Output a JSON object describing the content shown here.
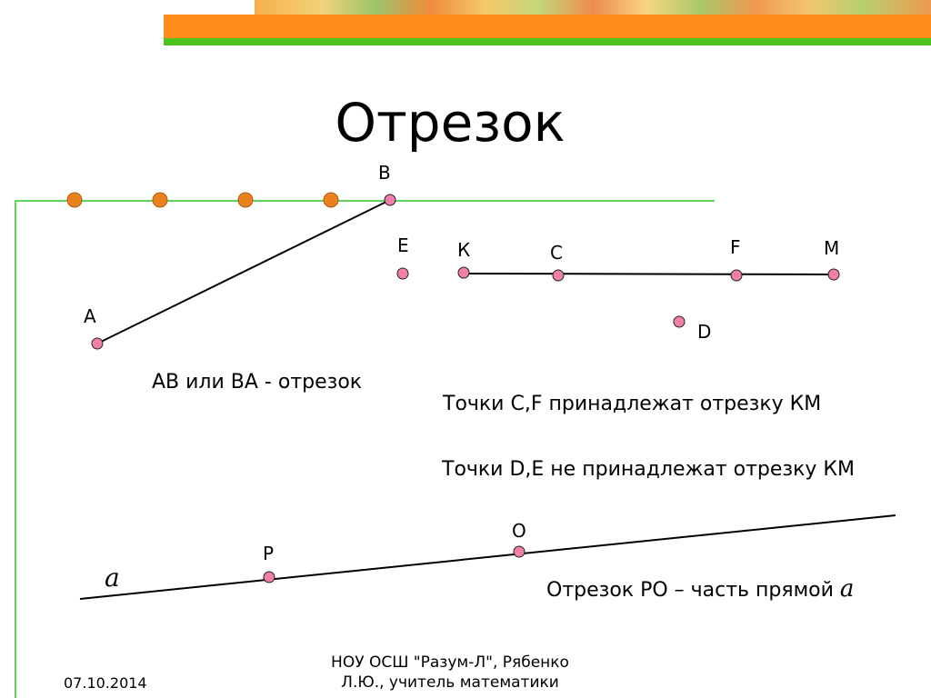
{
  "slide": {
    "title": "Отрезок",
    "colors": {
      "accent_orange": "#ff8c1a",
      "accent_green": "#4cc21e",
      "thin_line": "#5fd35f",
      "point_fill": "#f27fa8",
      "bullet_fill": "#e8821e"
    }
  },
  "points": {
    "A": "A",
    "B": "B",
    "E": "E",
    "K": "К",
    "C": "C",
    "F": "F",
    "M": "M",
    "D": "D",
    "P": "P",
    "O": "O",
    "line_a": "a"
  },
  "texts": {
    "ab_ba": "AB или BA - отрезок",
    "cf_belong": "Точки C,F принадлежат отрезку КМ",
    "de_not_belong": "Точки D,E не принадлежат отрезку КМ",
    "po_part_prefix": "Отрезок PO – часть прямой ",
    "po_part_line": "a"
  },
  "footer": {
    "date": "07.10.2014",
    "org_line1": "НОУ ОСШ \"Разум-Л\", Рябенко",
    "org_line2": "Л.Ю., учитель математики"
  }
}
